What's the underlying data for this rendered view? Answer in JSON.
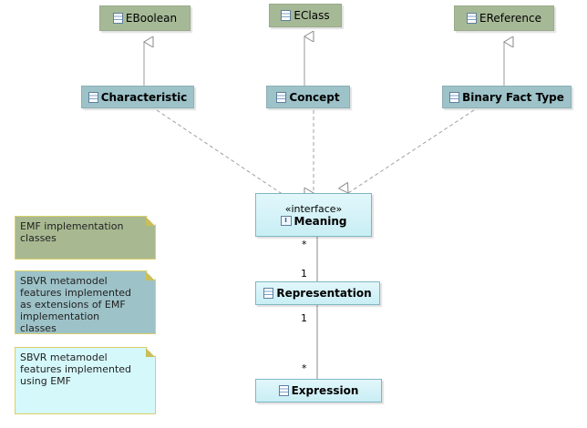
{
  "classes": {
    "eboolean": "EBoolean",
    "eclass": "EClass",
    "ereference": "EReference",
    "characteristic": "Characteristic",
    "concept": "Concept",
    "binary_fact_type": "Binary Fact Type",
    "meaning": "Meaning",
    "meaning_stereotype": "«interface»",
    "representation": "Representation",
    "expression": "Expression"
  },
  "multiplicities": {
    "meaning_end": "*",
    "representation_top": "1",
    "representation_bottom": "1",
    "expression_end": "*"
  },
  "legend": {
    "emf": "EMF implementation\nclasses",
    "extensions": "SBVR metamodel\nfeatures implemented\nas extensions of EMF\nimplementation classes",
    "using_emf": "SBVR metamodel\nfeatures implemented\nusing EMF"
  },
  "colors": {
    "emf_green": "#a6b996",
    "extension_teal": "#9dc2c8",
    "using_emf_cyan": "#d5f8fb"
  }
}
